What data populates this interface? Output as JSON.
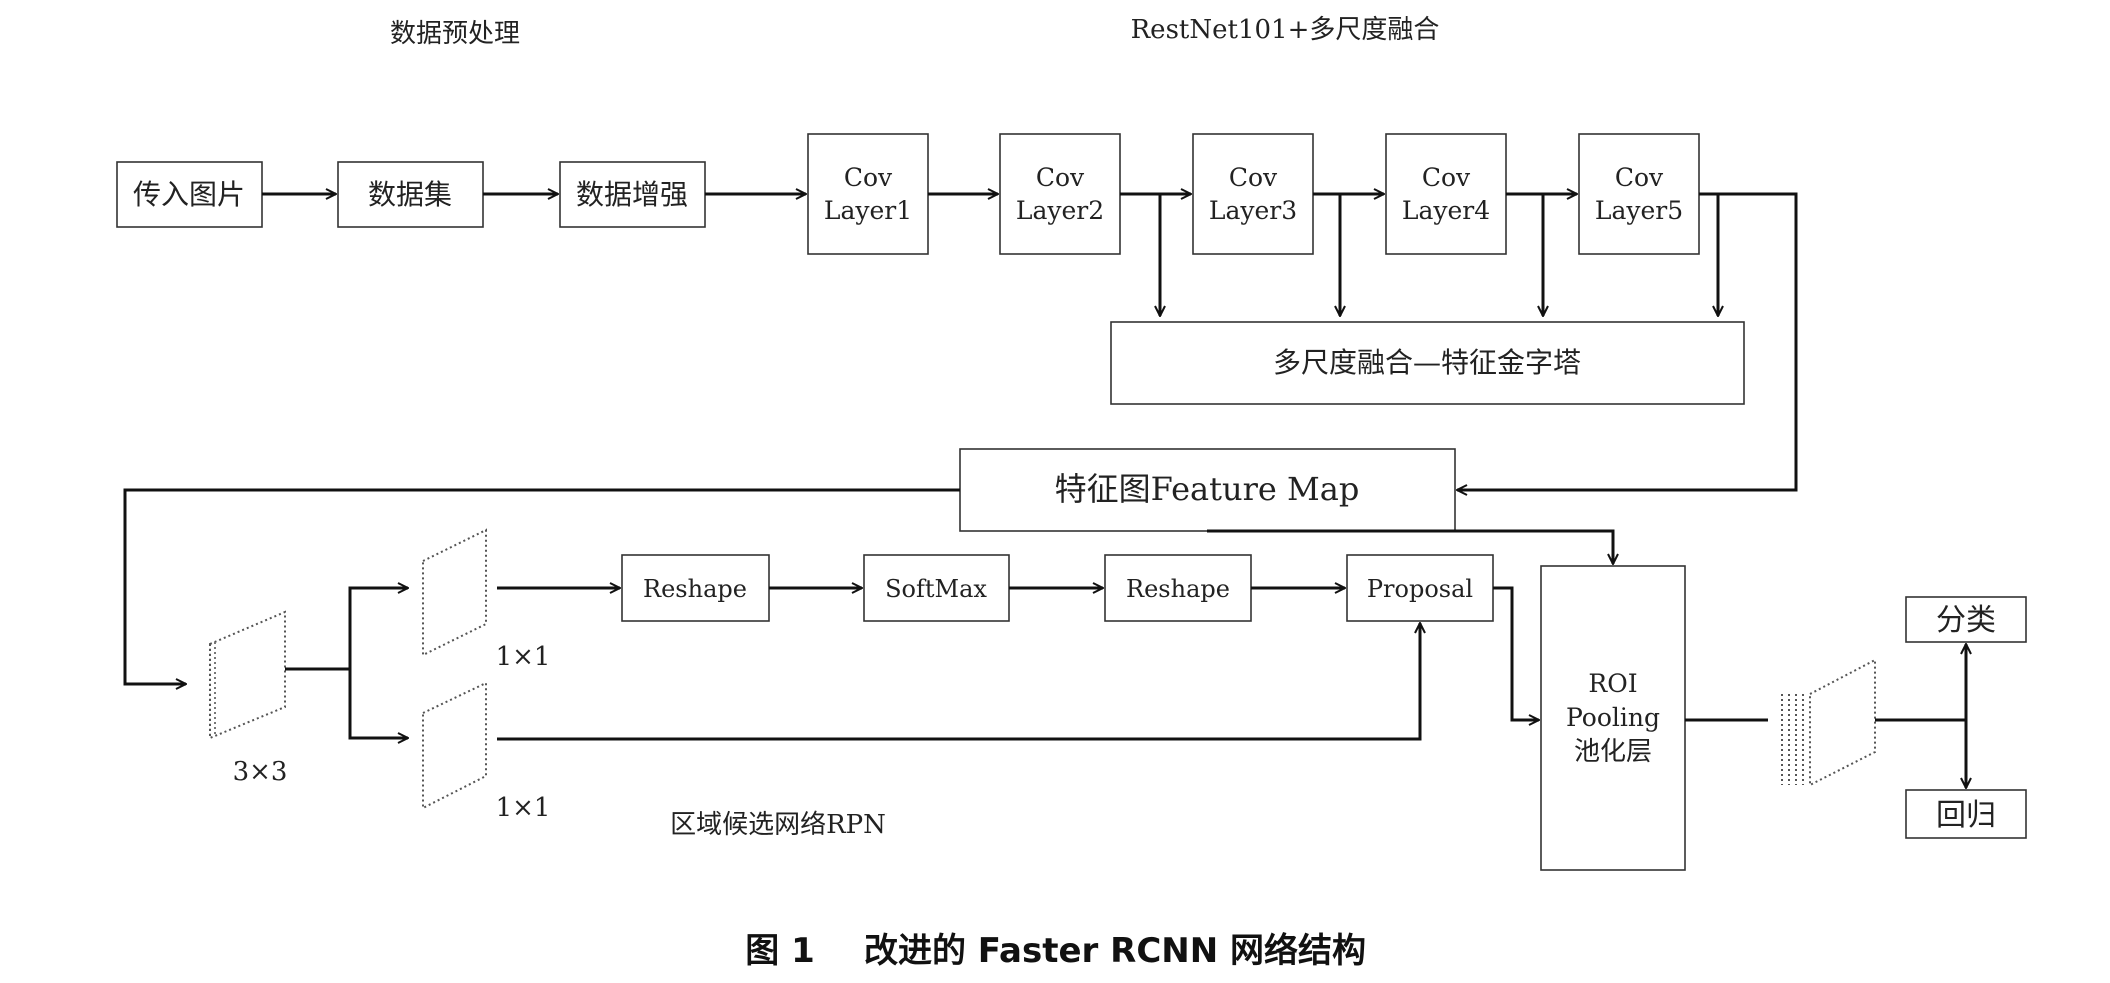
{
  "sections": {
    "preprocess": "数据预处理",
    "backbone": "RestNet101+多尺度融合",
    "rpn": "区域候选网络RPN"
  },
  "boxes": {
    "input_image": "传入图片",
    "dataset": "数据集",
    "augmentation": "数据增强",
    "cov1": [
      "Cov",
      "Layer1"
    ],
    "cov2": [
      "Cov",
      "Layer2"
    ],
    "cov3": [
      "Cov",
      "Layer3"
    ],
    "cov4": [
      "Cov",
      "Layer4"
    ],
    "cov5": [
      "Cov",
      "Layer5"
    ],
    "fpn": "多尺度融合—特征金字塔",
    "feature_map": "特征图Feature Map",
    "reshape1": "Reshape",
    "softmax": "SoftMax",
    "reshape2": "Reshape",
    "proposal": "Proposal",
    "roi": [
      "ROI",
      "Pooling",
      "池化层"
    ],
    "classify": "分类",
    "regress": "回归"
  },
  "conv_labels": {
    "k3": "3×3",
    "k1_top": "1×1",
    "k1_bottom": "1×1"
  },
  "caption": {
    "number": "图 1",
    "title": "改进的 Faster RCNN 网络结构"
  }
}
